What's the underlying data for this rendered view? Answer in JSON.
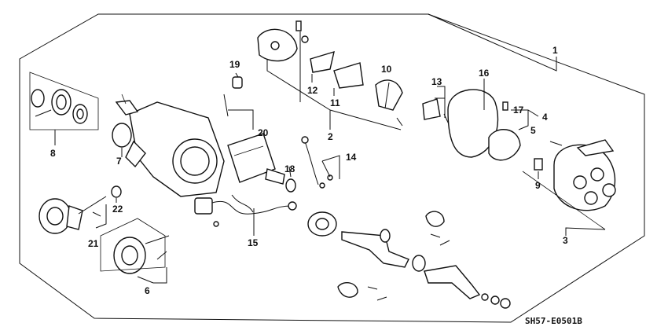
{
  "diagram": {
    "drawing_code": "SH57-E0501B",
    "callouts": [
      {
        "id": "c1",
        "text": "1"
      },
      {
        "id": "c2",
        "text": "2"
      },
      {
        "id": "c3",
        "text": "3"
      },
      {
        "id": "c4",
        "text": "4"
      },
      {
        "id": "c5",
        "text": "5"
      },
      {
        "id": "c6",
        "text": "6"
      },
      {
        "id": "c7",
        "text": "7"
      },
      {
        "id": "c8",
        "text": "8"
      },
      {
        "id": "c9",
        "text": "9"
      },
      {
        "id": "c10",
        "text": "10"
      },
      {
        "id": "c11",
        "text": "11"
      },
      {
        "id": "c12",
        "text": "12"
      },
      {
        "id": "c13",
        "text": "13"
      },
      {
        "id": "c14",
        "text": "14"
      },
      {
        "id": "c15",
        "text": "15"
      },
      {
        "id": "c16",
        "text": "16"
      },
      {
        "id": "c17",
        "text": "17"
      },
      {
        "id": "c18",
        "text": "18"
      },
      {
        "id": "c19",
        "text": "19"
      },
      {
        "id": "c20",
        "text": "20"
      },
      {
        "id": "c21",
        "text": "21"
      },
      {
        "id": "c22",
        "text": "22"
      }
    ]
  }
}
